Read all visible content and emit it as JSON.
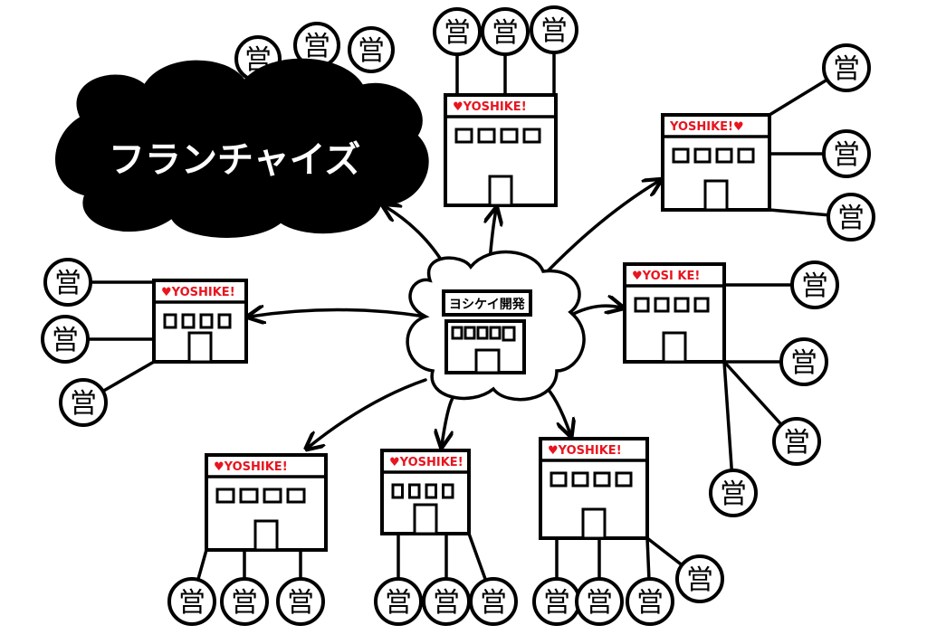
{
  "franchise_label": "フランチャイズ",
  "hq_label": "ヨシケイ開発",
  "branch_glyph": "営",
  "brand_color": "#e8141e",
  "stores": [
    {
      "label": "♥YOSHIKE!",
      "branches": 3
    },
    {
      "label": "YOSHIKE!♥",
      "branches": 3
    },
    {
      "label": "♥YOSHIKE!",
      "branches": 3
    },
    {
      "label": "♥YOSI KE!",
      "branches": 4
    },
    {
      "label": "♥YOSHIKE!",
      "branches": 3
    },
    {
      "label": "♥YOSHIKE!",
      "branches": 3
    },
    {
      "label": "♥YOSHIKE!",
      "branches": 4
    }
  ],
  "franchise_branches": 3
}
